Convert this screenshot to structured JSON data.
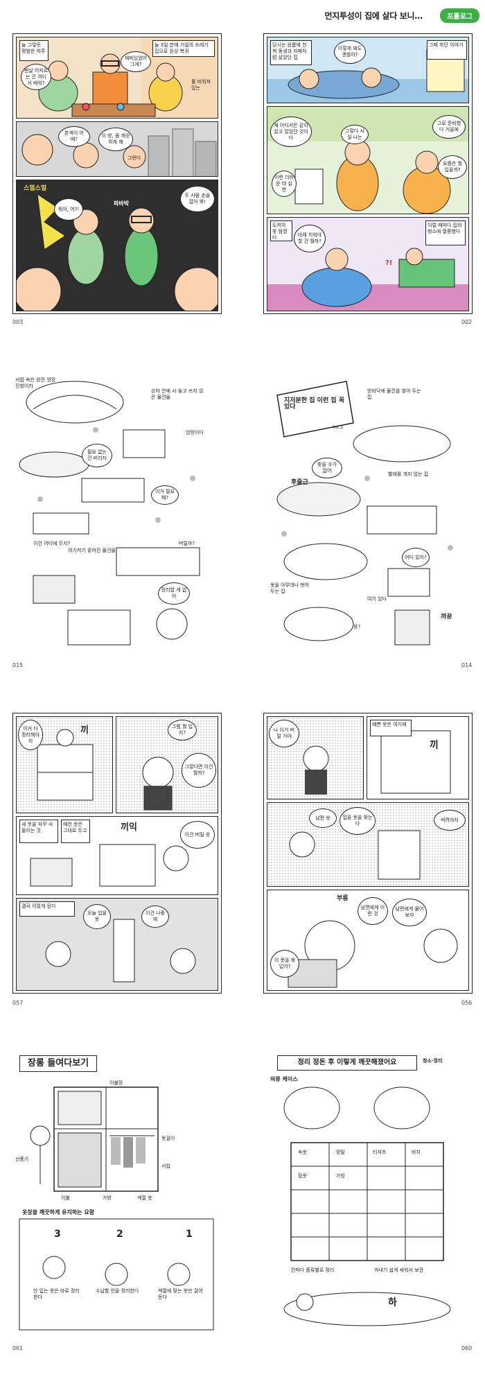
{
  "header": {
    "title": "먼지투성이 집에 살다 보니…",
    "badge": "프롤로그"
  },
  "page_numbers": {
    "p003": "003",
    "p002": "002",
    "p015": "015",
    "p014": "014",
    "p057": "057",
    "p056": "056",
    "p061": "061",
    "p060": "060"
  },
  "p003": {
    "cap1": "늘 그렇듯 평범한 하루",
    "cap2": "늘 3일 만에 거실의 쓰레기 집으로 원상 복귀",
    "b1": "맨날 어지르는 건 어디서 배워?",
    "b2": "재미있었어 그게?",
    "b3": "폴 비워져 있는",
    "b4": "본색이 어때?",
    "b5": "이 방, 좀 깨끗하게 해",
    "b6": "그런다",
    "b7": "뭐야, 어?!",
    "b8": "두 사람 손을 잡아 봐!",
    "sfx1": "스멀스멀",
    "sfx2": "파바박"
  },
  "p002": {
    "cap1": "당시는 원룸에 친척 동생과 자매처럼 살았던 집",
    "cap2": "그때 하던 이야기",
    "b1": "이렇게 돼도 괜찮아?",
    "b2": "재 어디서든 같이 살고 있었던 것이다",
    "b3": "그렇다 사실 나는",
    "b4": "그로 준비했다 거울에",
    "b5": "이런 더러운 데 살면",
    "b6": "요즘은 뭘 입을까?",
    "b7": "대체 치워야 할 건 뭘까?",
    "b8": "이럴 때마다 집의 청소에 열중했다",
    "b9": "도저히 못 참겠다",
    "sfx1": "?!"
  },
  "p015": {
    "cap1": "서랍 속은 완전 엉망진창이라",
    "cap2": "상자 안에 사 놓고 쓰지 않은 물건들",
    "cap3": "여기저기 흩어진 물건들",
    "b1": "필요 없는 건 버리자",
    "b2": "이거 필요해?",
    "b3": "버릴까?",
    "b4": "정리할 게 없어",
    "b5": "이건 어디에 두지?",
    "b6": "엉망이다"
  },
  "p014": {
    "sign": "지저분한 집 이런 집 꼭 있다",
    "sign_no": "no.1",
    "cap1": "방바닥에 물건을 쌓아 두는 집",
    "cap2": "빨래를 개지 않는 집",
    "cap3": "옷을 아무데나 벗어 두는 집",
    "b1": "찾을 수가 없어",
    "b2": "어디 있지?",
    "b3": "여기 있다",
    "b4": "응?",
    "sfx1": "후줄근",
    "sfx2": "까꿍"
  },
  "p057": {
    "b1": "이거 다 정리해야지",
    "b2": "그럼 뭘 입지?",
    "b3": "그렇다면 이건 뭘까?",
    "b4": "이건 버릴 옷",
    "b5": "새 옷을 자꾸 사들이는 것",
    "b6": "예전 옷은 그대로 두고",
    "b7": "오늘 입을 옷",
    "b8": "이건 나중에",
    "sfx1": "끼",
    "sfx2": "끼익",
    "cap1": "결국 이렇게 된다"
  },
  "p056": {
    "b1": "나 이거 버릴 거야",
    "b2": "예쁜 옷은 여기에",
    "b3": "남편 옷",
    "b4": "입을 옷을 찾는다",
    "b5": "버려야지",
    "b6": "남편에게 물어보자",
    "b7": "이 옷을 왜 입어?",
    "b8": "남편에게 이런 것",
    "sfx1": "끼",
    "sfx2": "부릉"
  },
  "p061": {
    "heading": "장롱 들여다보기",
    "lab1": "이불장",
    "lab2": "옷걸이",
    "lab3": "서랍",
    "lab4": "선풍기",
    "lab5": "이불",
    "lab6": "가방",
    "lab7": "계절 옷",
    "sub": "옷장을 깨끗하게 유지하는 요령",
    "step1": "1",
    "step2": "2",
    "step3": "3",
    "t1": "계절에 맞는 옷만 걸어 둔다",
    "t2": "수납함 안을 정리한다",
    "t3": "안 입는 옷은 바로 정리한다"
  },
  "p060": {
    "heading": "정리 정돈 후 이렇게 깨끗해졌어요",
    "badge": "청소·정리",
    "sub": "의류 케이스",
    "t1": "속옷",
    "t2": "양말",
    "t3": "티셔츠",
    "t4": "바지",
    "t5": "잠옷",
    "t6": "가방",
    "cap1": "칸마다 종류별로 정리",
    "cap2": "꺼내기 쉽게 세워서 보관",
    "sfx1": "하"
  }
}
